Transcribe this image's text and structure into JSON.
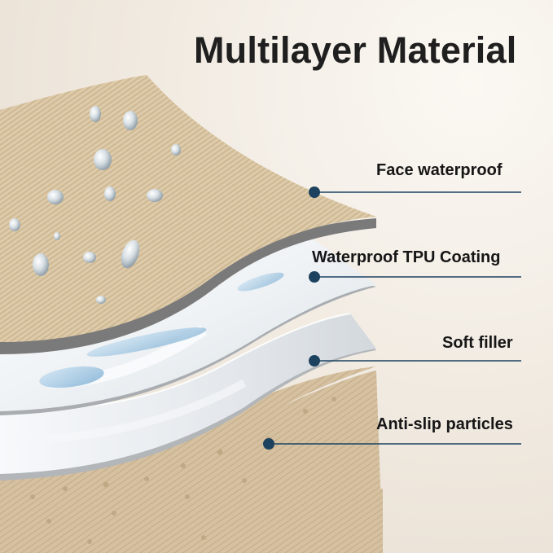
{
  "title": "Multilayer Material",
  "layers": [
    {
      "label": "Face waterproof",
      "icon": "fabric-layer"
    },
    {
      "label": "Waterproof TPU Coating",
      "icon": "tpu-film-layer"
    },
    {
      "label": "Soft filler",
      "icon": "filler-layer"
    },
    {
      "label": "Anti-slip particles",
      "icon": "anti-slip-layer"
    }
  ],
  "colors": {
    "fabric": "#d9c6a4",
    "callout_line": "#1d4260",
    "edge": "#6b6b6b",
    "filler": "#e9edf1"
  }
}
